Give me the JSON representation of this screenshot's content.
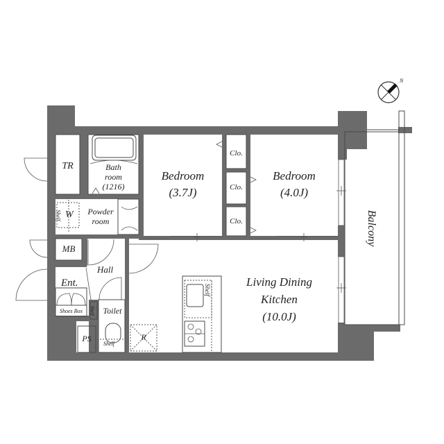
{
  "plan": {
    "rooms": {
      "tr": {
        "label": "TR"
      },
      "bath": {
        "line1": "Bath",
        "line2": "room",
        "line3": "(1216)"
      },
      "bedroom1": {
        "label": "Bedroom",
        "size": "(3.7J)"
      },
      "bedroom2": {
        "label": "Bedroom",
        "size": "(4.0J)"
      },
      "clo1": {
        "label": "Clo."
      },
      "clo2": {
        "label": "Clo."
      },
      "clo3": {
        "label": "Clo."
      },
      "powder": {
        "line1": "Powder",
        "line2": "room"
      },
      "washer": {
        "label": "W",
        "shelf": "Shelf"
      },
      "mb": {
        "label": "MB"
      },
      "hall": {
        "label": "Hall"
      },
      "entrance": {
        "label": "Ent."
      },
      "shoes_box": {
        "label": "Shoes Box"
      },
      "toilet": {
        "label": "Toilet",
        "shelf": "Shelf",
        "shelf2": "Shelf"
      },
      "ps": {
        "label": "PS"
      },
      "fridge": {
        "label": "R"
      },
      "ldk": {
        "line1": "Living Dining",
        "line2": "Kitchen",
        "size": "(10.0J)"
      },
      "kitchen_shelf": {
        "label": "Shelf"
      },
      "balcony": {
        "label": "Balcony"
      }
    },
    "compass": {
      "north_label": "N"
    },
    "colors": {
      "wall": "#6b6b6b",
      "line": "#4a4a4a",
      "background": "#ffffff"
    }
  }
}
